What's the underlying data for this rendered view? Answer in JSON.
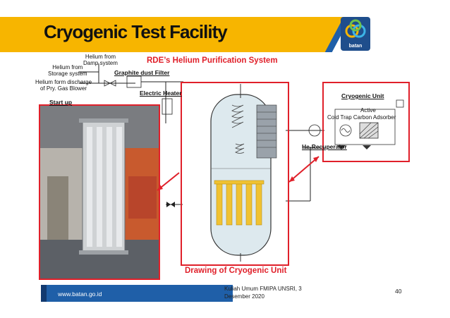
{
  "slide": {
    "title": "Cryogenic Test Facility",
    "logo_text": "batan",
    "colors": {
      "accent_yellow": "#f7b500",
      "accent_blue": "#1f5fa8",
      "highlight_red": "#e0202a"
    }
  },
  "diagram": {
    "section_title": "RDE’s Helium Purification System",
    "drawing_caption": "Drawing of Cryogenic Unit",
    "labels": {
      "helium_damp": "Helium from\nDamp system",
      "helium_storage": "Helium from\nStorage system",
      "helium_blower": "Helium form discharge\nof Pry. Gas Blower",
      "graphite_filter": "Graphite dust Filter",
      "electric_heater": "Electric Heater",
      "start_up": "Start up",
      "cryogenic_unit": "Cryogenic Unit",
      "active": "Active",
      "cold_trap": "Cold Trap Carbon Adsorber",
      "he_recuperator": "He-Recuperator"
    }
  },
  "footer": {
    "url": "www.batan.go.id",
    "event_line1": "Kuliah Umum FMIPA UNSRI, 3",
    "event_line2": "Desember 2020",
    "page_number": "40"
  }
}
